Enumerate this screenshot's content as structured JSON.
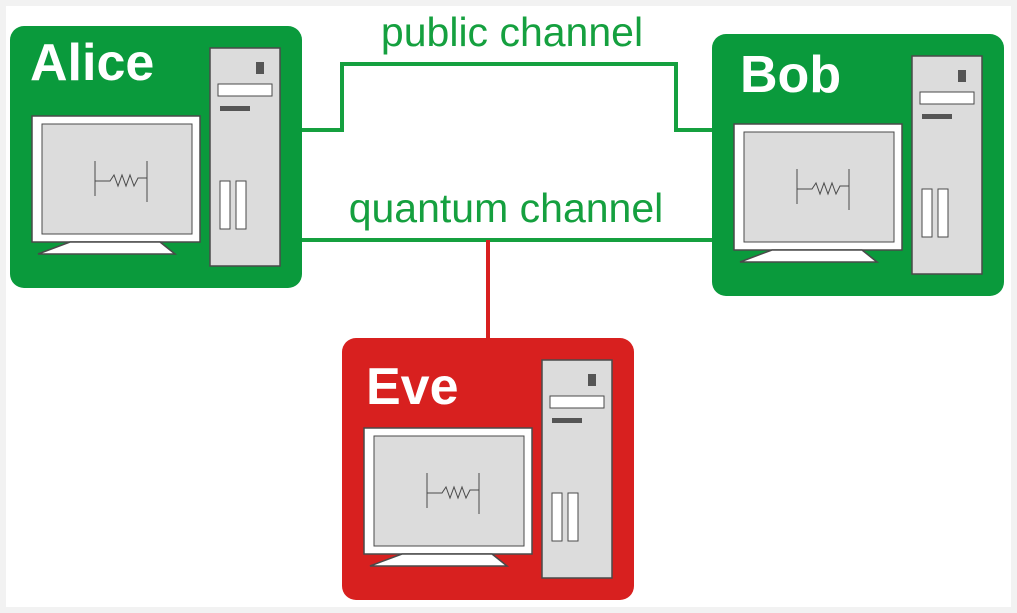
{
  "nodes": {
    "alice": {
      "label": "Alice",
      "color": "#0a9a3c"
    },
    "bob": {
      "label": "Bob",
      "color": "#0a9a3c"
    },
    "eve": {
      "label": "Eve",
      "color": "#d8201f"
    }
  },
  "channels": {
    "public": {
      "label": "public channel",
      "color": "#15a03f"
    },
    "quantum": {
      "label": "quantum channel",
      "color": "#15a03f"
    },
    "eavesdrop": {
      "color": "#d8201f"
    }
  },
  "device_icon": "computer-icon",
  "colors": {
    "background": "#ffffff",
    "frame": "#f2f2f2",
    "device_grey": "#dcdcdc",
    "device_outline": "#4a4a4a",
    "label_text": "#ffffff"
  }
}
